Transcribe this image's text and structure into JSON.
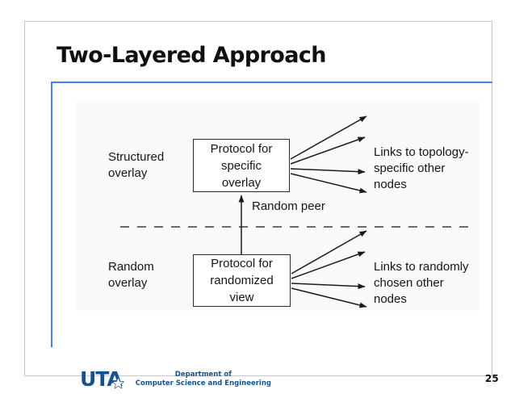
{
  "slide": {
    "title": "Two-Layered Approach",
    "page_number": "25",
    "accent_color": "#4a7dea",
    "brand_color": "#17518f"
  },
  "diagram": {
    "type": "block-diagram",
    "labels": {
      "structured_overlay": "Structured\noverlay",
      "random_overlay": "Random\noverlay",
      "links_topology": "Links to topology-\nspecific other nodes",
      "links_random": "Links to randomly\nchosen other nodes",
      "random_peer": "Random peer"
    },
    "boxes": [
      {
        "id": "specific-overlay",
        "text": "Protocol for\nspecific\noverlay"
      },
      {
        "id": "randomized-view",
        "text": "Protocol for\nrandomized\nview"
      }
    ],
    "divider": "dashed-horizontal",
    "arrow_counts": {
      "top_fan": 4,
      "bottom_fan": 4,
      "vertical": 1
    }
  },
  "footer": {
    "logo_text": "UTA",
    "logo_icon": "star-icon",
    "department": "Department of\nComputer Science and Engineering"
  }
}
